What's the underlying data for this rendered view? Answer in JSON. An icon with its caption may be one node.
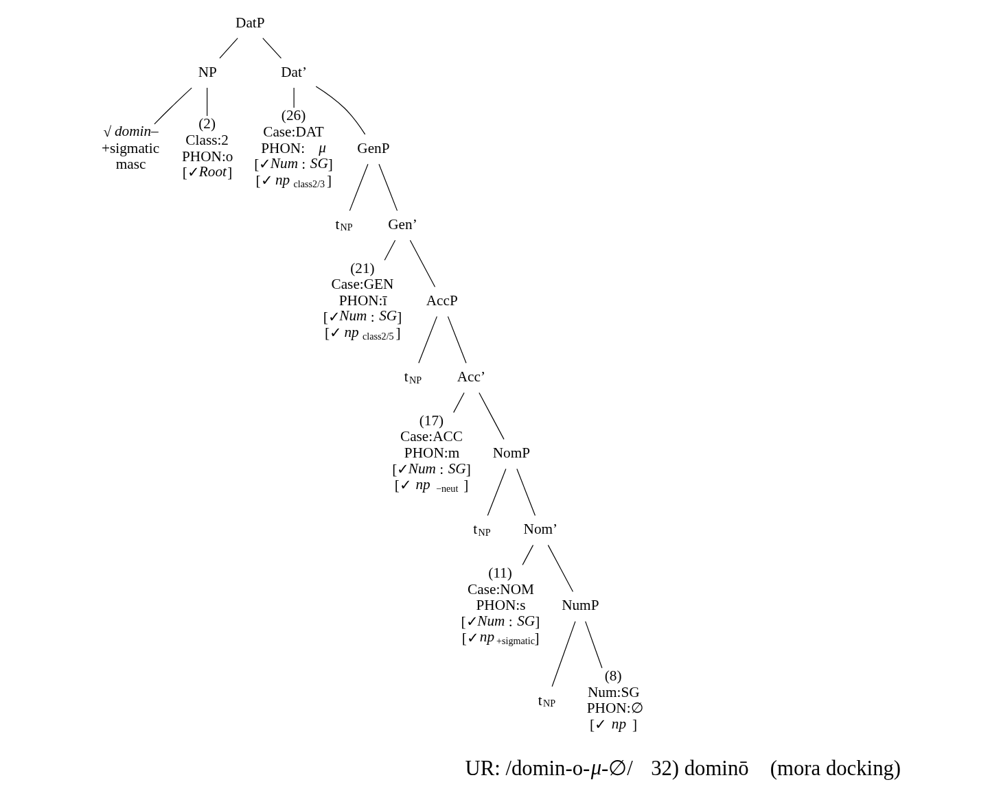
{
  "diagram": {
    "nodes": [
      {
        "text": [
          "DatP"
        ]
      },
      {
        "text": [
          "NP"
        ]
      },
      {
        "text": [
          "√*domin–*",
          "+sigmatic",
          "masc"
        ]
      },
      {
        "text": [
          "(2)",
          "Class:2",
          "PHON:o",
          "[✓*Root*]"
        ]
      },
      {
        "text": [
          "Dat’"
        ]
      },
      {
        "text": [
          "(26)",
          "Case:DAT",
          "PHON:*μ*",
          "[✓*Num* : *SG*]",
          "[✓*np*$_{class2/3}$]"
        ]
      },
      {
        "text": [
          "GenP"
        ]
      },
      {
        "text": [
          "t$_{NP}$"
        ]
      },
      {
        "text": [
          "Gen’"
        ]
      },
      {
        "text": [
          "(21)",
          "Case:GEN",
          "PHON:ī",
          "[✓*Num* : *SG*]",
          "[✓*np*$_{class2/5}$]"
        ]
      },
      {
        "text": [
          "AccP"
        ]
      },
      {
        "text": [
          "t$_{NP}$"
        ]
      },
      {
        "text": [
          "Acc’"
        ]
      },
      {
        "text": [
          "(17)",
          "Case:ACC",
          "PHON:m",
          "[✓*Num* : *SG*]",
          "[✓*np*$_{−neut}$]"
        ]
      },
      {
        "text": [
          "NomP"
        ]
      },
      {
        "text": [
          "t$_{NP}$"
        ]
      },
      {
        "text": [
          "Nom’"
        ]
      },
      {
        "text": [
          "(11)",
          "Case:NOM",
          "PHON:s",
          "[✓*Num* : *SG*]",
          "[✓*np*$_{+sigmatic}$]"
        ]
      },
      {
        "text": [
          "NumP"
        ]
      },
      {
        "text": [
          "t$_{NP}$"
        ]
      },
      {
        "text": [
          "(8)",
          "Num:SG",
          "PHON:∅",
          "[✓*np*]"
        ]
      }
    ],
    "edges": [
      {
        "from": 0,
        "to": 1,
        "arrow": "none"
      },
      {
        "from": 0,
        "to": 4,
        "arrow": "none"
      },
      {
        "from": 1,
        "to": 2,
        "arrow": "none"
      },
      {
        "from": 1,
        "to": 3,
        "arrow": "none"
      },
      {
        "from": 4,
        "to": 5,
        "arrow": "none"
      },
      {
        "from": 4,
        "to": 6,
        "arrow": "none"
      },
      {
        "from": 6,
        "to": 7,
        "arrow": "none"
      },
      {
        "from": 6,
        "to": 8,
        "arrow": "none"
      },
      {
        "from": 8,
        "to": 9,
        "arrow": "none"
      },
      {
        "from": 8,
        "to": 10,
        "arrow": "none"
      },
      {
        "from": 10,
        "to": 11,
        "arrow": "none"
      },
      {
        "from": 10,
        "to": 12,
        "arrow": "none"
      },
      {
        "from": 12,
        "to": 13,
        "arrow": "none"
      },
      {
        "from": 12,
        "to": 14,
        "arrow": "none"
      },
      {
        "from": 14,
        "to": 15,
        "arrow": "none"
      },
      {
        "from": 14,
        "to": 16,
        "arrow": "none"
      },
      {
        "from": 16,
        "to": 17,
        "arrow": "none"
      },
      {
        "from": 16,
        "to": 18,
        "arrow": "none"
      },
      {
        "from": 18,
        "to": 19,
        "arrow": "none"
      },
      {
        "from": 18,
        "to": 20,
        "arrow": "none"
      }
    ],
    "labels": [
      "UR: /domin-o-*μ*-∅/",
      "32) dominō",
      "(mora docking)"
    ]
  }
}
